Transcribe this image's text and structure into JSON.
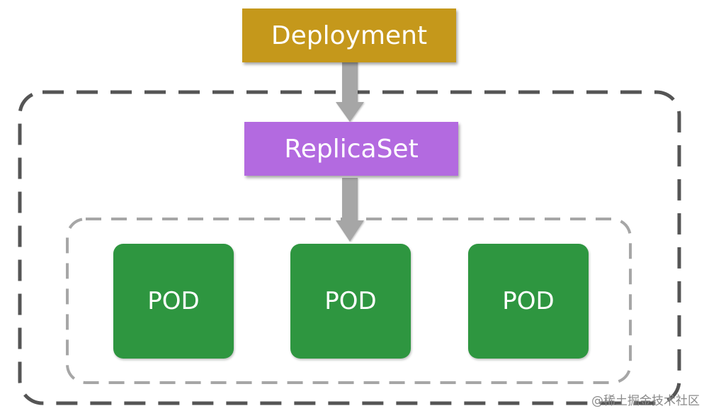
{
  "deployment": {
    "label": "Deployment",
    "color": "#c5981b"
  },
  "replicaset": {
    "label": "ReplicaSet",
    "color": "#b36ae0"
  },
  "pods": [
    {
      "label": "POD"
    },
    {
      "label": "POD"
    },
    {
      "label": "POD"
    }
  ],
  "pod_color": "#2e9640",
  "arrow_color": "#a6a6a6",
  "outer_border_color": "#555555",
  "inner_border_color": "#a6a6a6",
  "watermark": "@稀土掘金技术社区"
}
